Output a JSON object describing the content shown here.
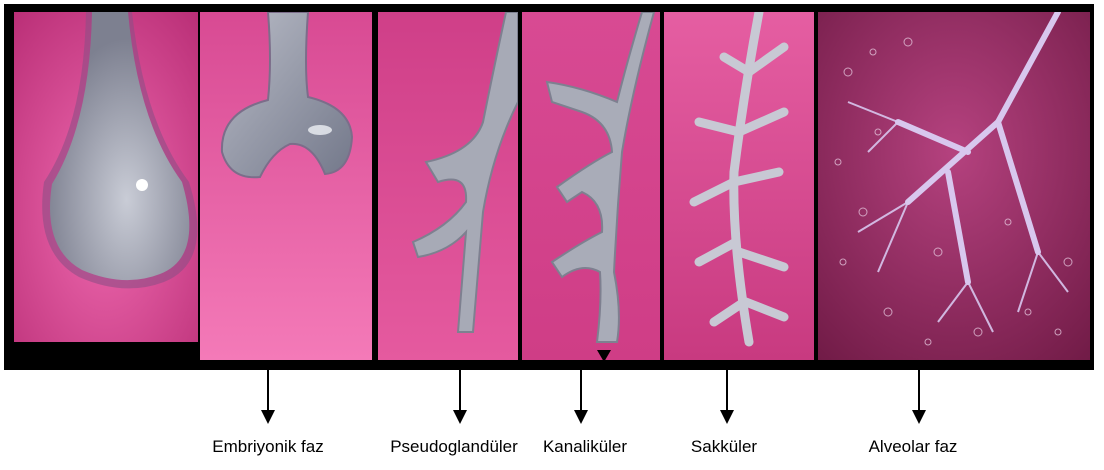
{
  "stages": [
    {
      "id": "embryonic",
      "label": "Embriyonik faz"
    },
    {
      "id": "pseudoglandular",
      "label": "Pseudoglandüler"
    },
    {
      "id": "canalicular",
      "label": "Kanaliküler"
    },
    {
      "id": "saccular",
      "label": "Sakküler"
    },
    {
      "id": "alveolar",
      "label": "Alveolar faz"
    }
  ],
  "colors": {
    "background_pink": "#d23d86",
    "tissue": "#9a9fae",
    "frame": "#000000"
  }
}
